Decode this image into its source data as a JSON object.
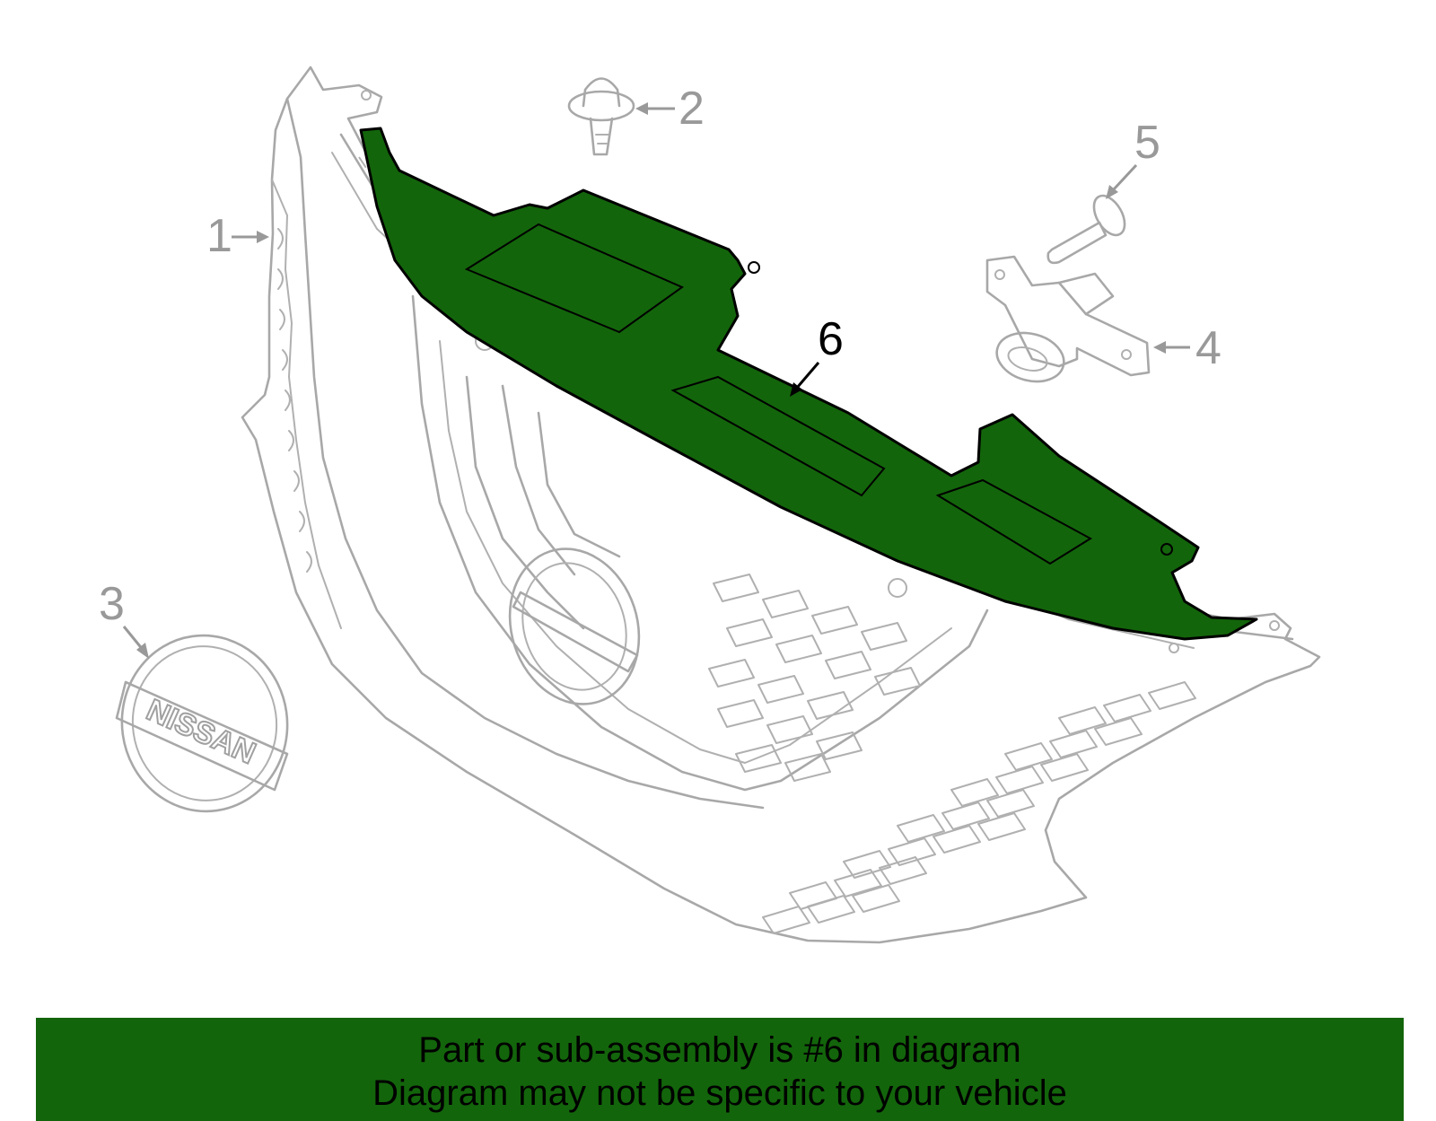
{
  "diagram": {
    "callouts": [
      {
        "id": "1",
        "label": "1"
      },
      {
        "id": "2",
        "label": "2"
      },
      {
        "id": "3",
        "label": "3"
      },
      {
        "id": "4",
        "label": "4"
      },
      {
        "id": "5",
        "label": "5"
      },
      {
        "id": "6",
        "label": "6"
      }
    ],
    "emblem_text": "NISSAN",
    "highlighted_part": "6",
    "colors": {
      "highlight": "#13650b",
      "outline": "#a8a8a8",
      "callout_grey": "#999999",
      "banner": "#13650b"
    }
  },
  "banner": {
    "line1": "Part or sub-assembly is #6 in diagram",
    "line2": "Diagram may not be specific to your vehicle"
  }
}
